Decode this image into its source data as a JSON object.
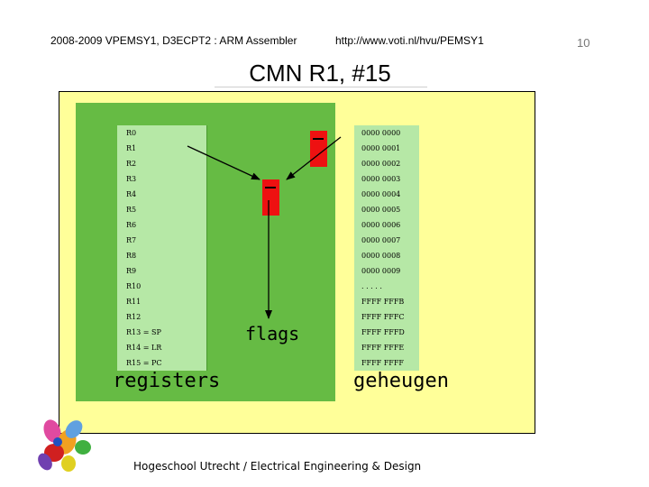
{
  "header": {
    "course": "2008-2009 VPEMSY1, D3ECPT2 : ARM Assembler",
    "url": "http://www.voti.nl/hvu/PEMSY1",
    "page_number": "10"
  },
  "title": "CMN R1, #15",
  "registers": [
    "R0",
    "R1",
    "R2",
    "R3",
    "R4",
    "R5",
    "R6",
    "R7",
    "R8",
    "R9",
    "R10",
    "R11",
    "R12",
    "R13 = SP",
    "R14 = LR",
    "R15 = PC"
  ],
  "memory": [
    "0000 0000",
    "0000 0001",
    "0000 0002",
    "0000 0003",
    "0000 0004",
    "0000 0005",
    "0000 0006",
    "0000 0007",
    "0000 0008",
    "0000 0009",
    ". . . . .",
    "FFFF FFFB",
    "FFFF FFFC",
    "FFFF FFFD",
    "FFFF FFFE",
    "FFFF FFFF"
  ],
  "labels": {
    "registers": "registers",
    "memory": "geheugen",
    "flags": "flags"
  },
  "footer": "Hogeschool Utrecht / Electrical Engineering & Design",
  "colors": {
    "panel": "#ffff99",
    "register_area": "#66bb44",
    "cell": "#b6e8a6",
    "operator": "#ee1111"
  }
}
